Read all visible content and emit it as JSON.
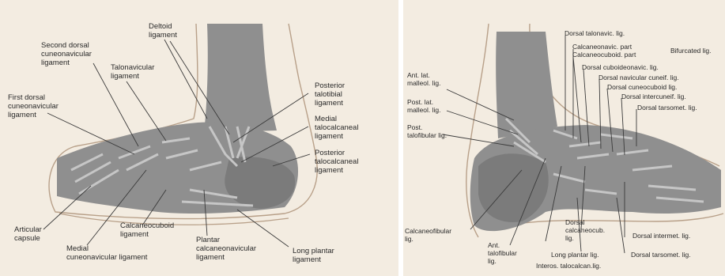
{
  "medial_view": {
    "labels": {
      "deltoid": "Deltoid\nligament",
      "second_dorsal_cuneonavicular": "Second dorsal\ncuneonavicular\nligament",
      "talonavicular": "Talonavicular\nligament",
      "first_dorsal_cuneonavicular": "First dorsal\ncuneonavicular\nligament",
      "posterior_talotibial": "Posterior\ntalotibial\nligament",
      "medial_talocalcaneal": "Medial\ntalocalcaneal\nligament",
      "posterior_talocalcaneal": "Posterior\ntalocalcaneal\nligament",
      "articular_capsule": "Articular\ncapsule",
      "medial_cuneonavicular": "Medial\ncuneonavicular ligament",
      "calcaneocuboid": "Calcaneocuboid\nligament",
      "plantar_calcaneonavicular": "Plantar\ncalcaneonavicular\nligament",
      "long_plantar": "Long plantar\nligament"
    }
  },
  "lateral_view": {
    "labels": {
      "dorsal_talonavic": "Dorsal talonavic. lig.",
      "calcaneonavic_part": "Calcaneonavic. part",
      "calcaneocuboid_part": "Calcaneocuboid. part",
      "bifurcated": "Bifurcated lig.",
      "ant_lat_malleol": "Ant. lat.\nmalleol. lig.",
      "dorsal_cuboideonavic": "Dorsal cuboideonavic. lig.",
      "dorsal_navicular_cuneif": "Dorsal navicular cuneif. lig.",
      "dorsal_cuneocuboid": "Dorsal cuneocuboid lig.",
      "post_lat_malleol": "Post. lat.\nmalleol. lig.",
      "dorsal_intercuneif": "Dorsal intercuneif. lig.",
      "dorsal_tarsomet_top": "Dorsal tarsomet. lig.",
      "post_talofibular": "Post.\ntalofibular lig.",
      "calcaneofibular": "Calcaneofibular\nlig.",
      "dorsal_calcaneocub": "Dorsal\ncalcaneocub.\nlig.",
      "dorsal_intermet": "Dorsal intermet. lig.",
      "ant_talofibular": "Ant.\ntalofibular\nlig.",
      "long_plantar": "Long plantar lig.",
      "dorsal_tarsomet_bottom": "Dorsal tarsomet. lig.",
      "interos_talocalcan": "Interos. talocalcan.lig."
    }
  },
  "colors": {
    "background": "#f3ece1",
    "bone": "#8f8f8f",
    "bone_dark": "#7b7b7b",
    "ligament": "#c6c6c6",
    "skin_line": "#b8a089",
    "leader": "#3a3a3a"
  }
}
